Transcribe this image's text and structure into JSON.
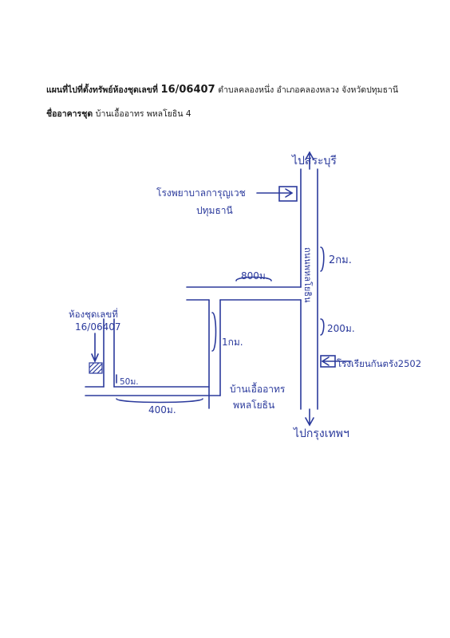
{
  "header": {
    "title_prefix": "แผนที่ไปที่ตั้งทรัพย์ห้องชุดเลขที่",
    "unit_number": "16/06407",
    "title_location": "ตำบลคลองหนึ่ง อำเภอคลองหลวง จังหวัดปทุมธานี",
    "building_prefix": "ชื่ออาคารชุด",
    "building_name": "บ้านเอื้ออาทร พหลโยธิน 4"
  },
  "map": {
    "ink_color": "#2b3a9c",
    "labels": {
      "to_saraburi": "ไปสระบุรี",
      "hospital_line1": "โรงพยาบาลการุญเวช",
      "hospital_line2": "ปทุมธานี",
      "distance_2km": "2กม.",
      "road_name": "ถนนพหลโยธิน",
      "distance_800m": "800ม.",
      "distance_200m": "200ม.",
      "school": "โรงเรียนกันตรัง2502",
      "distance_1km": "1กม.",
      "unit_line1": "ห้องชุดเลขที่",
      "unit_line2": "16/06407",
      "distance_50m": "50ม.",
      "distance_400m": "400ม.",
      "project_line1": "บ้านเอื้ออาทร",
      "project_line2": "พหลโยธิน",
      "to_bangkok": "ไปกรุงเทพฯ"
    }
  }
}
